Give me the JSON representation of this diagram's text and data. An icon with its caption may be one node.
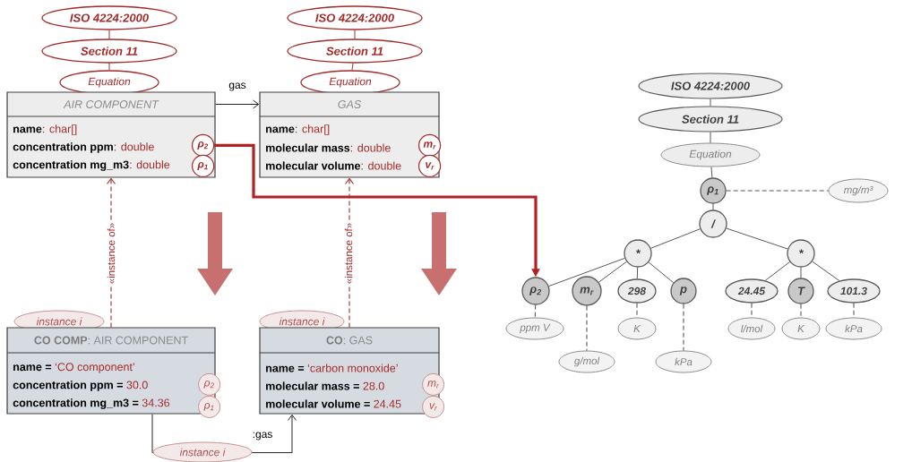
{
  "diagram": {
    "nodes": [
      {
        "text": [
          "ISO 4224:2000"
        ]
      },
      {
        "text": [
          "Section 11"
        ]
      },
      {
        "text": [
          "Equation"
        ]
      },
      {
        "text": [
          "AIR COMPONENT",
          "**name**: char[]",
          "**concentration ppm**: double",
          "**concentration mg_m3**: double"
        ]
      },
      {
        "text": [
          "ρ$_{2}$"
        ],
        "in": 3
      },
      {
        "text": [
          "ρ$_{1}$"
        ],
        "in": 3
      },
      {
        "text": [
          "ISO 4224:2000"
        ]
      },
      {
        "text": [
          "Section 11"
        ]
      },
      {
        "text": [
          "Equation"
        ]
      },
      {
        "text": [
          "GAS",
          "**name**: char[]",
          "**molecular mass**: double",
          "**molecular volume**: double"
        ]
      },
      {
        "text": [
          "m$_{r}$"
        ],
        "in": 9
      },
      {
        "text": [
          "v$_{r}$"
        ],
        "in": 9
      },
      {
        "text": [
          "ISO 4224:2000"
        ]
      },
      {
        "text": [
          "Section 11"
        ]
      },
      {
        "text": [
          "Equation"
        ]
      },
      {
        "text": [
          "ρ$_{1}$"
        ]
      },
      {
        "text": [
          "mg/m³"
        ]
      },
      {
        "text": [
          "/"
        ]
      },
      {
        "text": [
          "*"
        ]
      },
      {
        "text": [
          "*"
        ]
      },
      {
        "text": [
          "ρ$_{2}$"
        ]
      },
      {
        "text": [
          "m$_{r}$"
        ]
      },
      {
        "text": [
          "298"
        ]
      },
      {
        "text": [
          "p"
        ]
      },
      {
        "text": [
          "24.45"
        ]
      },
      {
        "text": [
          "T"
        ]
      },
      {
        "text": [
          "101.3"
        ]
      },
      {
        "text": [
          "ppm V"
        ]
      },
      {
        "text": [
          "g/mol"
        ]
      },
      {
        "text": [
          "K"
        ]
      },
      {
        "text": [
          "kPa"
        ]
      },
      {
        "text": [
          "l/mol"
        ]
      },
      {
        "text": [
          "K"
        ]
      },
      {
        "text": [
          "kPa"
        ]
      },
      {
        "text": [
          "instance i"
        ]
      },
      {
        "text": [
          "**CO COMP**: AIR COMPONENT",
          "**name =** ‘CO component’",
          "**concentration ppm =** 30.0",
          "**concentration mg_m3 =** 34.36"
        ]
      },
      {
        "text": [
          "ρ$_{2}$"
        ],
        "in": 35
      },
      {
        "text": [
          "ρ$_{1}$"
        ],
        "in": 35
      },
      {
        "text": [
          "instance i"
        ]
      },
      {
        "text": [
          "**CO**: GAS",
          "**name =** ‘carbon monoxide’",
          "**molecular mass =** 28.0",
          "**molecular volume =** 24.45"
        ]
      },
      {
        "text": [
          "m$_{r}$"
        ],
        "in": 39
      },
      {
        "text": [
          "v$_{r}$"
        ],
        "in": 39
      }
    ],
    "edges": [
      {
        "from": 0,
        "to": 1,
        "arrow": "none",
        "color": "#a52a2a"
      },
      {
        "from": 1,
        "to": 2,
        "arrow": "none",
        "color": "#a52a2a"
      },
      {
        "from": 6,
        "to": 7,
        "arrow": "none",
        "color": "#a52a2a"
      },
      {
        "from": 7,
        "to": 8,
        "arrow": "none",
        "color": "#a52a2a"
      },
      {
        "from": 3,
        "to": 9,
        "arrow": "to",
        "label": "gas",
        "color": "#222222"
      },
      {
        "from": 4,
        "to": 20,
        "arrow": "to",
        "style": "thick",
        "color": "#b22222"
      },
      {
        "from": 35,
        "to": 3,
        "arrow": "to",
        "label": "«instance of»",
        "style": "dashed",
        "color": "#a52a2a"
      },
      {
        "from": 39,
        "to": 9,
        "arrow": "to",
        "label": "«instance of»",
        "style": "dashed",
        "color": "#a52a2a"
      },
      {
        "from": 35,
        "to": 39,
        "arrow": "to",
        "label": "instance i",
        "color": "#222222"
      },
      {
        "from": 12,
        "to": 13,
        "arrow": "none"
      },
      {
        "from": 13,
        "to": 14,
        "arrow": "none"
      },
      {
        "from": 14,
        "to": 15,
        "arrow": "none"
      },
      {
        "from": 15,
        "to": 16,
        "arrow": "none",
        "style": "dashed"
      },
      {
        "from": 15,
        "to": 17,
        "arrow": "none"
      },
      {
        "from": 17,
        "to": 18,
        "arrow": "none"
      },
      {
        "from": 17,
        "to": 19,
        "arrow": "none"
      },
      {
        "from": 18,
        "to": 20,
        "arrow": "none"
      },
      {
        "from": 18,
        "to": 21,
        "arrow": "none"
      },
      {
        "from": 18,
        "to": 22,
        "arrow": "none"
      },
      {
        "from": 18,
        "to": 23,
        "arrow": "none"
      },
      {
        "from": 19,
        "to": 24,
        "arrow": "none"
      },
      {
        "from": 19,
        "to": 25,
        "arrow": "none"
      },
      {
        "from": 19,
        "to": 26,
        "arrow": "none"
      },
      {
        "from": 20,
        "to": 27,
        "arrow": "none",
        "style": "dashed"
      },
      {
        "from": 21,
        "to": 28,
        "arrow": "none",
        "style": "dashed"
      },
      {
        "from": 22,
        "to": 29,
        "arrow": "none",
        "style": "dashed"
      },
      {
        "from": 23,
        "to": 30,
        "arrow": "none",
        "style": "dashed"
      },
      {
        "from": 24,
        "to": 31,
        "arrow": "none",
        "style": "dashed"
      },
      {
        "from": 25,
        "to": 32,
        "arrow": "none",
        "style": "dashed"
      },
      {
        "from": 26,
        "to": 33,
        "arrow": "none",
        "style": "dashed"
      }
    ],
    "labels": [
      ":gas"
    ]
  }
}
